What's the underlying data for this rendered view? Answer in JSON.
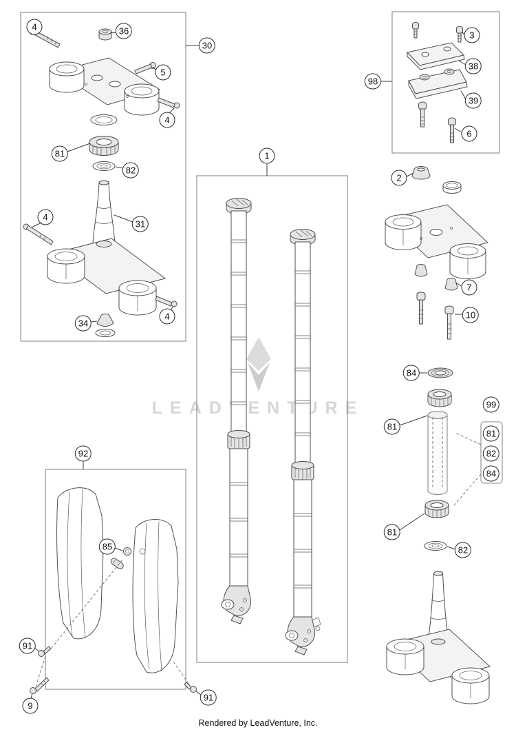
{
  "page": {
    "watermark": "LEADVENTURE",
    "footer": "Rendered by LeadVenture, Inc.",
    "background": "#ffffff"
  },
  "colors": {
    "line_art": "#4d4d4d",
    "box_border": "#8a8a8a",
    "callout_border": "#2b2b2b",
    "watermark_gray": "#d6d6d6"
  },
  "callouts": [
    {
      "label": "4"
    },
    {
      "label": "36"
    },
    {
      "label": "30"
    },
    {
      "label": "5"
    },
    {
      "label": "4"
    },
    {
      "label": "81"
    },
    {
      "label": "82"
    },
    {
      "label": "4"
    },
    {
      "label": "31"
    },
    {
      "label": "34"
    },
    {
      "label": "4"
    },
    {
      "label": "1"
    },
    {
      "label": "3"
    },
    {
      "label": "38"
    },
    {
      "label": "98"
    },
    {
      "label": "39"
    },
    {
      "label": "6"
    },
    {
      "label": "2"
    },
    {
      "label": "7"
    },
    {
      "label": "10"
    },
    {
      "label": "84"
    },
    {
      "label": "99"
    },
    {
      "label": "81"
    },
    {
      "label": "81"
    },
    {
      "label": "82"
    },
    {
      "label": "84"
    },
    {
      "label": "81"
    },
    {
      "label": "82"
    },
    {
      "label": "92"
    },
    {
      "label": "85"
    },
    {
      "label": "91"
    },
    {
      "label": "9"
    },
    {
      "label": "91"
    }
  ]
}
